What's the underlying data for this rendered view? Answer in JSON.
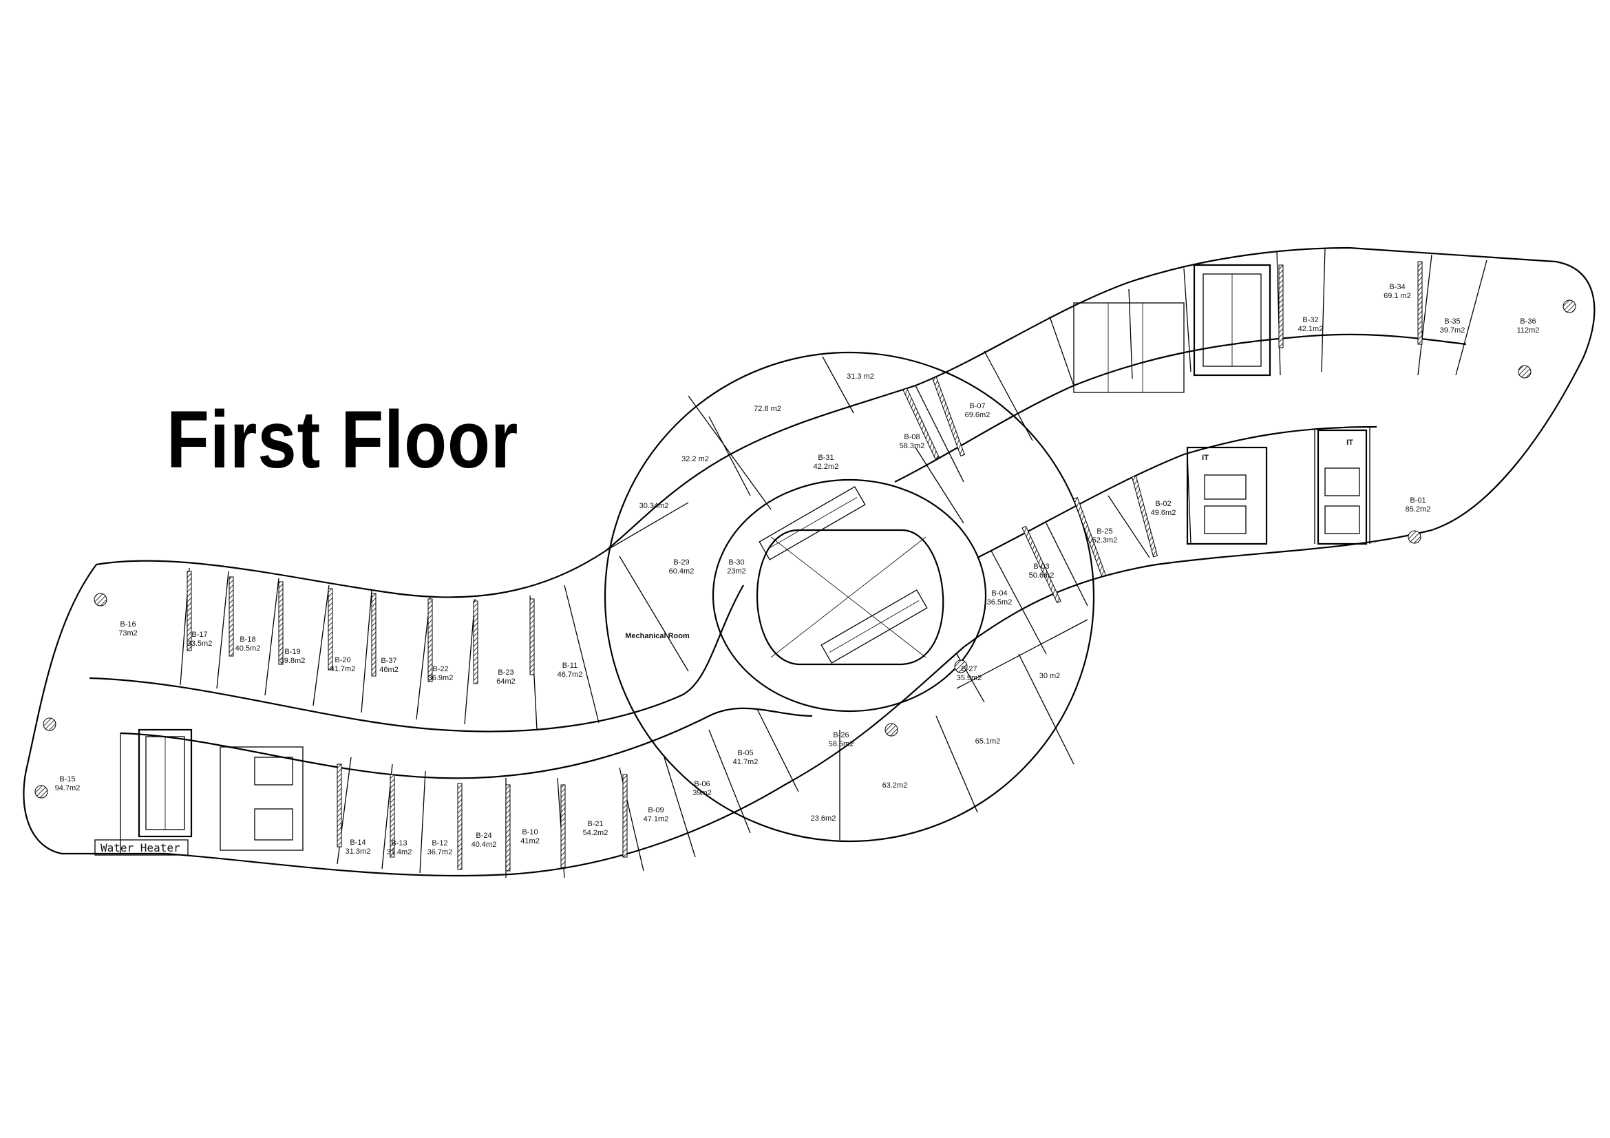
{
  "title": "First Floor",
  "units": [
    {
      "id": "B-16",
      "area": "73m2"
    },
    {
      "id": "B-17",
      "area": "33.5m2"
    },
    {
      "id": "B-18",
      "area": "40.5m2"
    },
    {
      "id": "B-19",
      "area": "39.8m2"
    },
    {
      "id": "B-20",
      "area": "41.7m2"
    },
    {
      "id": "B-37",
      "area": "46m2"
    },
    {
      "id": "B-22",
      "area": "36.9m2"
    },
    {
      "id": "B-23",
      "area": "64m2"
    },
    {
      "id": "B-11",
      "area": "46.7m2"
    },
    {
      "id": "B-29",
      "area": "60.4m2"
    },
    {
      "id": "B-30",
      "area": "23m2"
    },
    {
      "id": "B-31",
      "area": "42.2m2"
    },
    {
      "id": "B-08",
      "area": "58.3m2"
    },
    {
      "id": "B-07",
      "area": "69.6m2"
    },
    {
      "id": "B-32",
      "area": "42.1m2"
    },
    {
      "id": "B-34",
      "area": "69.1 m2"
    },
    {
      "id": "B-35",
      "area": "39.7m2"
    },
    {
      "id": "B-36",
      "area": "112m2"
    },
    {
      "id": "B-01",
      "area": "85.2m2"
    },
    {
      "id": "B-02",
      "area": "49.6m2"
    },
    {
      "id": "B-25",
      "area": "52.3m2"
    },
    {
      "id": "B-03",
      "area": "50.6m2"
    },
    {
      "id": "B-04",
      "area": "36.5m2"
    },
    {
      "id": "B-27",
      "area": "35.9m2"
    },
    {
      "id": "B-26",
      "area": "58.5m2"
    },
    {
      "id": "B-05",
      "area": "41.7m2"
    },
    {
      "id": "B-06",
      "area": "39m2"
    },
    {
      "id": "B-09",
      "area": "47.1m2"
    },
    {
      "id": "B-21",
      "area": "54.2m2"
    },
    {
      "id": "B-10",
      "area": "41m2"
    },
    {
      "id": "B-24",
      "area": "40.4m2"
    },
    {
      "id": "B-12",
      "area": "36.7m2"
    },
    {
      "id": "B-13",
      "area": "31.4m2"
    },
    {
      "id": "B-14",
      "area": "31.3m2"
    },
    {
      "id": "B-15",
      "area": "94.7m2"
    }
  ],
  "areas": {
    "a72": "72.8 m2",
    "a31": "31.3 m2",
    "a32": "32.2 m2",
    "a30": "30.34m2",
    "a30b": "30 m2",
    "a65": "65.1m2",
    "a63": "63.2m2",
    "a23": "23.6m2"
  },
  "rooms": {
    "mechanical": "Mechanical Room",
    "water_heater": "Water Heater",
    "it": "IT"
  }
}
